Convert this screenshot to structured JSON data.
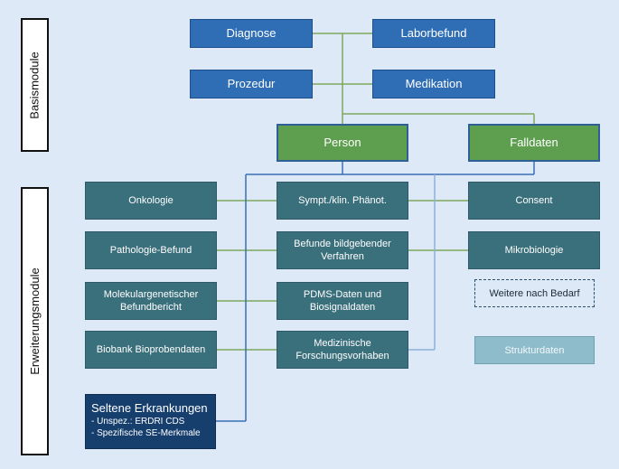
{
  "labels": {
    "basis": "Basismodule",
    "erweiterung": "Erweiterungsmodule"
  },
  "basis_modules": {
    "diagnose": "Diagnose",
    "laborbefund": "Laborbefund",
    "prozedur": "Prozedur",
    "medikation": "Medikation"
  },
  "core": {
    "person": "Person",
    "falldaten": "Falldaten"
  },
  "extension_modules": {
    "onkologie": "Onkologie",
    "symptome": "Sympt./klin. Phänot.",
    "consent": "Consent",
    "pathologie": "Pathologie-Befund",
    "bildgebung": "Befunde bildgebender\nVerfahren",
    "mikrobiologie": "Mikrobiologie",
    "molekular": "Molekulargenetischer\nBefundbericht",
    "pdms": "PDMS-Daten und\nBiosignaldaten",
    "biobank": "Biobank Bioprobendaten",
    "forschung": "Medizinische\nForschungsvorhaben",
    "weitere": "Weitere nach Bedarf",
    "strukturdaten": "Strukturdaten"
  },
  "seltene": {
    "title": "Seltene Erkrankungen",
    "line1": "- Unspez.: ERDRI CDS",
    "line2": "- Spezifische SE-Merkmale"
  },
  "colors": {
    "background": "#dde9f6",
    "basis_box": "#2f6eb5",
    "core_box": "#5e9e4f",
    "extension_box": "#3a6f7c",
    "seltene_box": "#173f6e",
    "strukturdaten_box": "#8fbccb",
    "green_line": "#7fa75c",
    "blue_line": "#3b6fb6",
    "light_blue_line": "#8fb0d8"
  }
}
